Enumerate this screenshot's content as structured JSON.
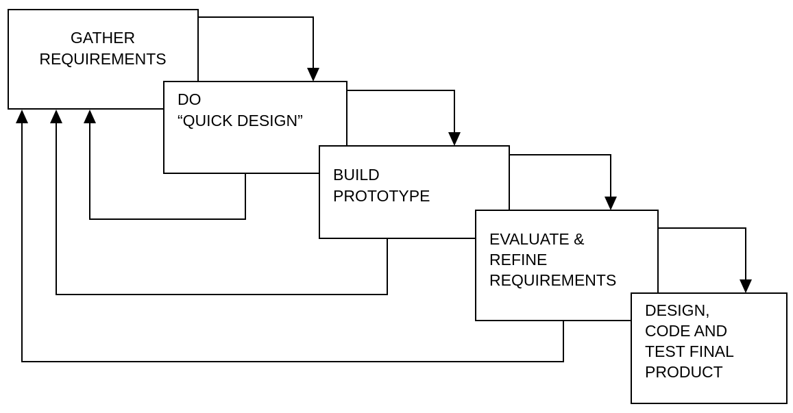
{
  "diagram": {
    "type": "prototyping-process-flow",
    "line_color": "#000000",
    "background": "#ffffff",
    "steps": [
      {
        "id": "gather",
        "lines": [
          "GATHER",
          "REQUIREMENTS"
        ],
        "align": "center"
      },
      {
        "id": "quick-design",
        "lines": [
          "DO",
          "“QUICK DESIGN”"
        ],
        "align": "left"
      },
      {
        "id": "build",
        "lines": [
          "BUILD",
          "PROTOTYPE"
        ],
        "align": "left"
      },
      {
        "id": "evaluate",
        "lines": [
          "EVALUATE &",
          "REFINE",
          "REQUIREMENTS"
        ],
        "align": "left"
      },
      {
        "id": "final",
        "lines": [
          "DESIGN,",
          "CODE AND",
          "TEST FINAL",
          "PRODUCT"
        ],
        "align": "left"
      }
    ],
    "forward_flows": [
      {
        "from": "gather",
        "to": "quick-design"
      },
      {
        "from": "quick-design",
        "to": "build"
      },
      {
        "from": "build",
        "to": "evaluate"
      },
      {
        "from": "evaluate",
        "to": "final"
      }
    ],
    "feedback_flows": [
      {
        "from": "quick-design",
        "to": "gather"
      },
      {
        "from": "build",
        "to": "gather"
      },
      {
        "from": "evaluate",
        "to": "gather"
      }
    ]
  }
}
